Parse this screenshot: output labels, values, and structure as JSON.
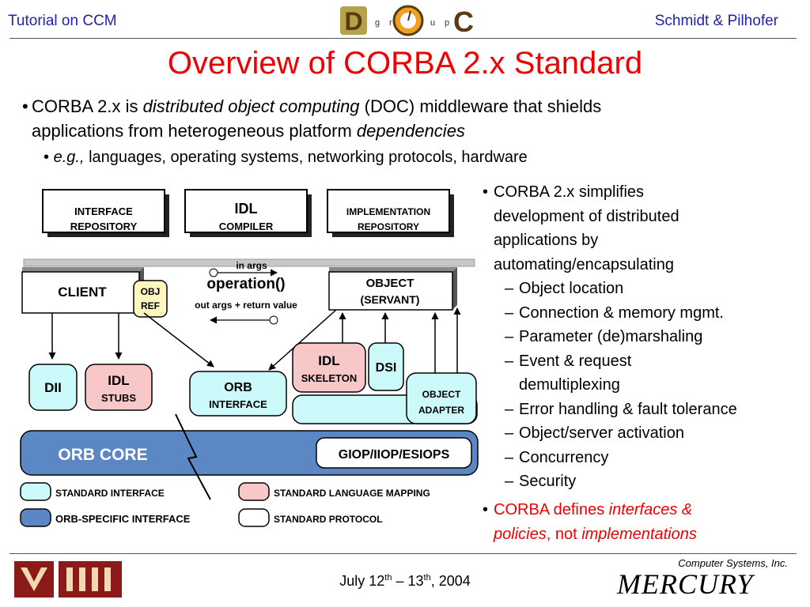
{
  "header": {
    "left": "Tutorial on CCM",
    "right": "Schmidt & Pilhofer",
    "logo_letters": [
      "D",
      "g",
      "r",
      "O",
      "u",
      "p",
      "C"
    ]
  },
  "title": "Overview of CORBA 2.x Standard",
  "bullets": {
    "main_1": "CORBA 2.x is",
    "main_italic_1": "distributed object computing",
    "main_2": "(DOC) middleware that shields",
    "main_3": "applications from heterogeneous platform",
    "main_italic_2": "dependencies",
    "sub_italic": "e.g.,",
    "sub_text": "languages, operating systems, networking protocols, hardware"
  },
  "right_panel": {
    "intro_lines": [
      "CORBA 2.x simplifies",
      "development of distributed",
      "applications by",
      "automating/encapsulating"
    ],
    "items": [
      "Object location",
      "Connection & memory mgmt.",
      "Parameter (de)marshaling",
      "Event & request",
      "demultiplexing",
      "Error handling & fault tolerance",
      "Object/server activation",
      "Concurrency",
      "Security"
    ],
    "final_1": "CORBA defines",
    "final_italic_1": "interfaces &",
    "final_italic_2": "policies",
    "final_2": ", not",
    "final_italic_3": "implementations"
  },
  "diagram": {
    "interface_repository": [
      "INTERFACE",
      "REPOSITORY"
    ],
    "idl_compiler": [
      "IDL",
      "COMPILER"
    ],
    "implementation_repository": [
      "IMPLEMENTATION",
      "REPOSITORY"
    ],
    "client": "CLIENT",
    "obj_ref": [
      "OBJ",
      "REF"
    ],
    "in_args": "in  args",
    "operation": "operation()",
    "out_args": "out  args + return  value",
    "object": "OBJECT",
    "servant": "(SERVANT)",
    "dii": "DII",
    "idl_stubs": [
      "IDL",
      "STUBS"
    ],
    "orb_interface": [
      "ORB",
      "INTERFACE"
    ],
    "idl_skeleton": [
      "IDL",
      "SKELETON"
    ],
    "dsi": "DSI",
    "object_adapter": [
      "OBJECT",
      "ADAPTER"
    ],
    "orb_core": "ORB  CORE",
    "giop": "GIOP/IIOP/ESIOPS",
    "legend": {
      "standard_interface": "STANDARD  INTERFACE",
      "standard_language_mapping": "STANDARD  LANGUAGE  MAPPING",
      "orb_specific": "ORB-SPECIFIC  INTERFACE",
      "standard_protocol": "STANDARD  PROTOCOL"
    },
    "colors": {
      "standard_interface": "#ccfafa",
      "language_mapping": "#f8c8c8",
      "orb_core": "#5b87c5",
      "protocol": "#ffffff"
    }
  },
  "footer": {
    "date_1": "July 12",
    "sup_1": "th",
    "date_2": " – 13",
    "sup_2": "th",
    "date_3": ", 2004",
    "logo_right_small": "Computer Systems, Inc.",
    "logo_right_big": "MERCURY"
  }
}
